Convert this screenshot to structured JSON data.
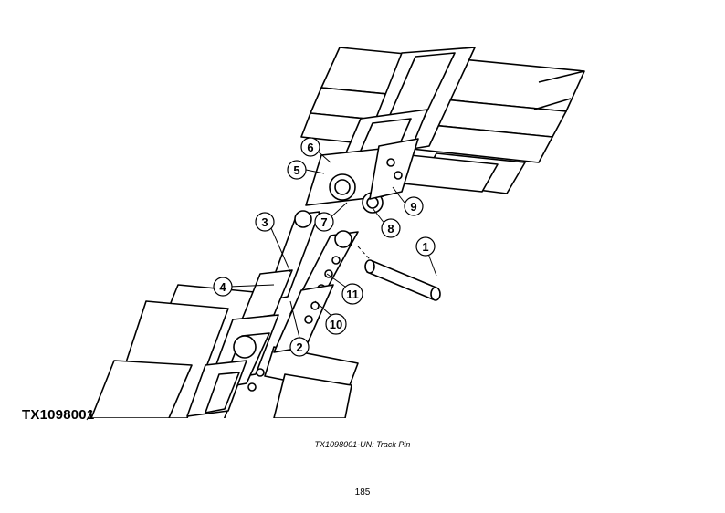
{
  "figure": {
    "id": "TX1098001",
    "caption": "TX1098001-UN: Track Pin",
    "callouts": [
      {
        "num": "1"
      },
      {
        "num": "2"
      },
      {
        "num": "3"
      },
      {
        "num": "4"
      },
      {
        "num": "5"
      },
      {
        "num": "6"
      },
      {
        "num": "7"
      },
      {
        "num": "8"
      },
      {
        "num": "9"
      },
      {
        "num": "10"
      },
      {
        "num": "11"
      }
    ]
  },
  "page": {
    "number": "185"
  }
}
